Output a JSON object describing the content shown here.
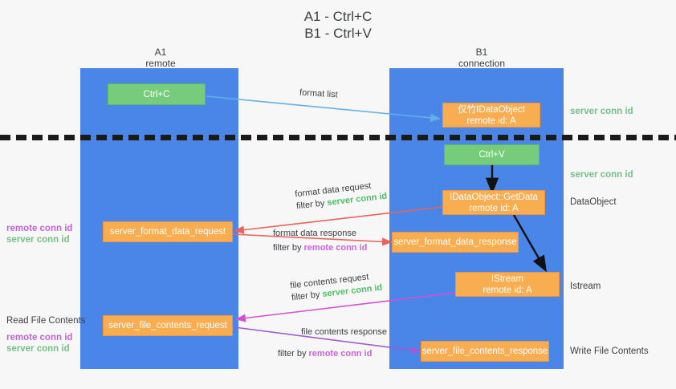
{
  "title": {
    "line1": "A1 - Ctrl+C",
    "line2": "B1 - Ctrl+V"
  },
  "lanes": [
    {
      "name": "A1",
      "sub": "remote"
    },
    {
      "name": "B1",
      "sub": "connection"
    }
  ],
  "boxes": {
    "ctrl_c": "Ctrl+C",
    "ctrl_v": "Ctrl+V",
    "idataobject_l1": "仅竹IDataObject",
    "idataobject_l2": "remote id: A",
    "getdata_l1": "IDataObject::GetData",
    "getdata_l2": "remote id: A",
    "istream_l1": "IStream",
    "istream_l2": "remote id: A",
    "format_data_request": "server_format_data_request",
    "format_data_response": "server_format_data_response",
    "file_contents_request": "server_file_contents_request",
    "file_contents_response": "server_file_contents_response"
  },
  "edge_labels": {
    "format_list": "format list",
    "format_data_request": "format data request",
    "format_data_request_filter_prefix": "filter by ",
    "format_data_request_filter_value": "server conn id",
    "format_data_response": "format data response",
    "format_data_response_filter_prefix": "filter by ",
    "format_data_response_filter_value": "remote conn id",
    "file_contents_request": "file contents request",
    "file_contents_request_filter_prefix": "filter by ",
    "file_contents_request_filter_value": "server conn id",
    "file_contents_response": "file contents response",
    "file_contents_response_filter_prefix": "filter by ",
    "file_contents_response_filter_value": "remote conn id"
  },
  "right_labels": {
    "server_conn_id_top": "server conn id",
    "server_conn_id_mid": "server conn id",
    "dataobject": "DataObject",
    "istream": "Istream",
    "write_file_contents": "Write File Contents"
  },
  "left_labels": {
    "remote_conn_id_1": "remote conn id",
    "server_conn_id_1": "server conn id",
    "read_file_contents": "Read File Contents",
    "remote_conn_id_2": "remote conn id",
    "server_conn_id_2": "server conn id"
  },
  "colors": {
    "lane": "#4a86e8",
    "green_box": "#77cc7c",
    "orange_box": "#f9ad51",
    "server_conn": "#4cbf62",
    "remote_conn": "#cb63e0",
    "blue_arrow": "#62b0e8",
    "red_arrow": "#e8635a",
    "magenta_arrow": "#d44fd4",
    "purple_arrow": "#a05ad4",
    "black_arrow": "#111111"
  }
}
